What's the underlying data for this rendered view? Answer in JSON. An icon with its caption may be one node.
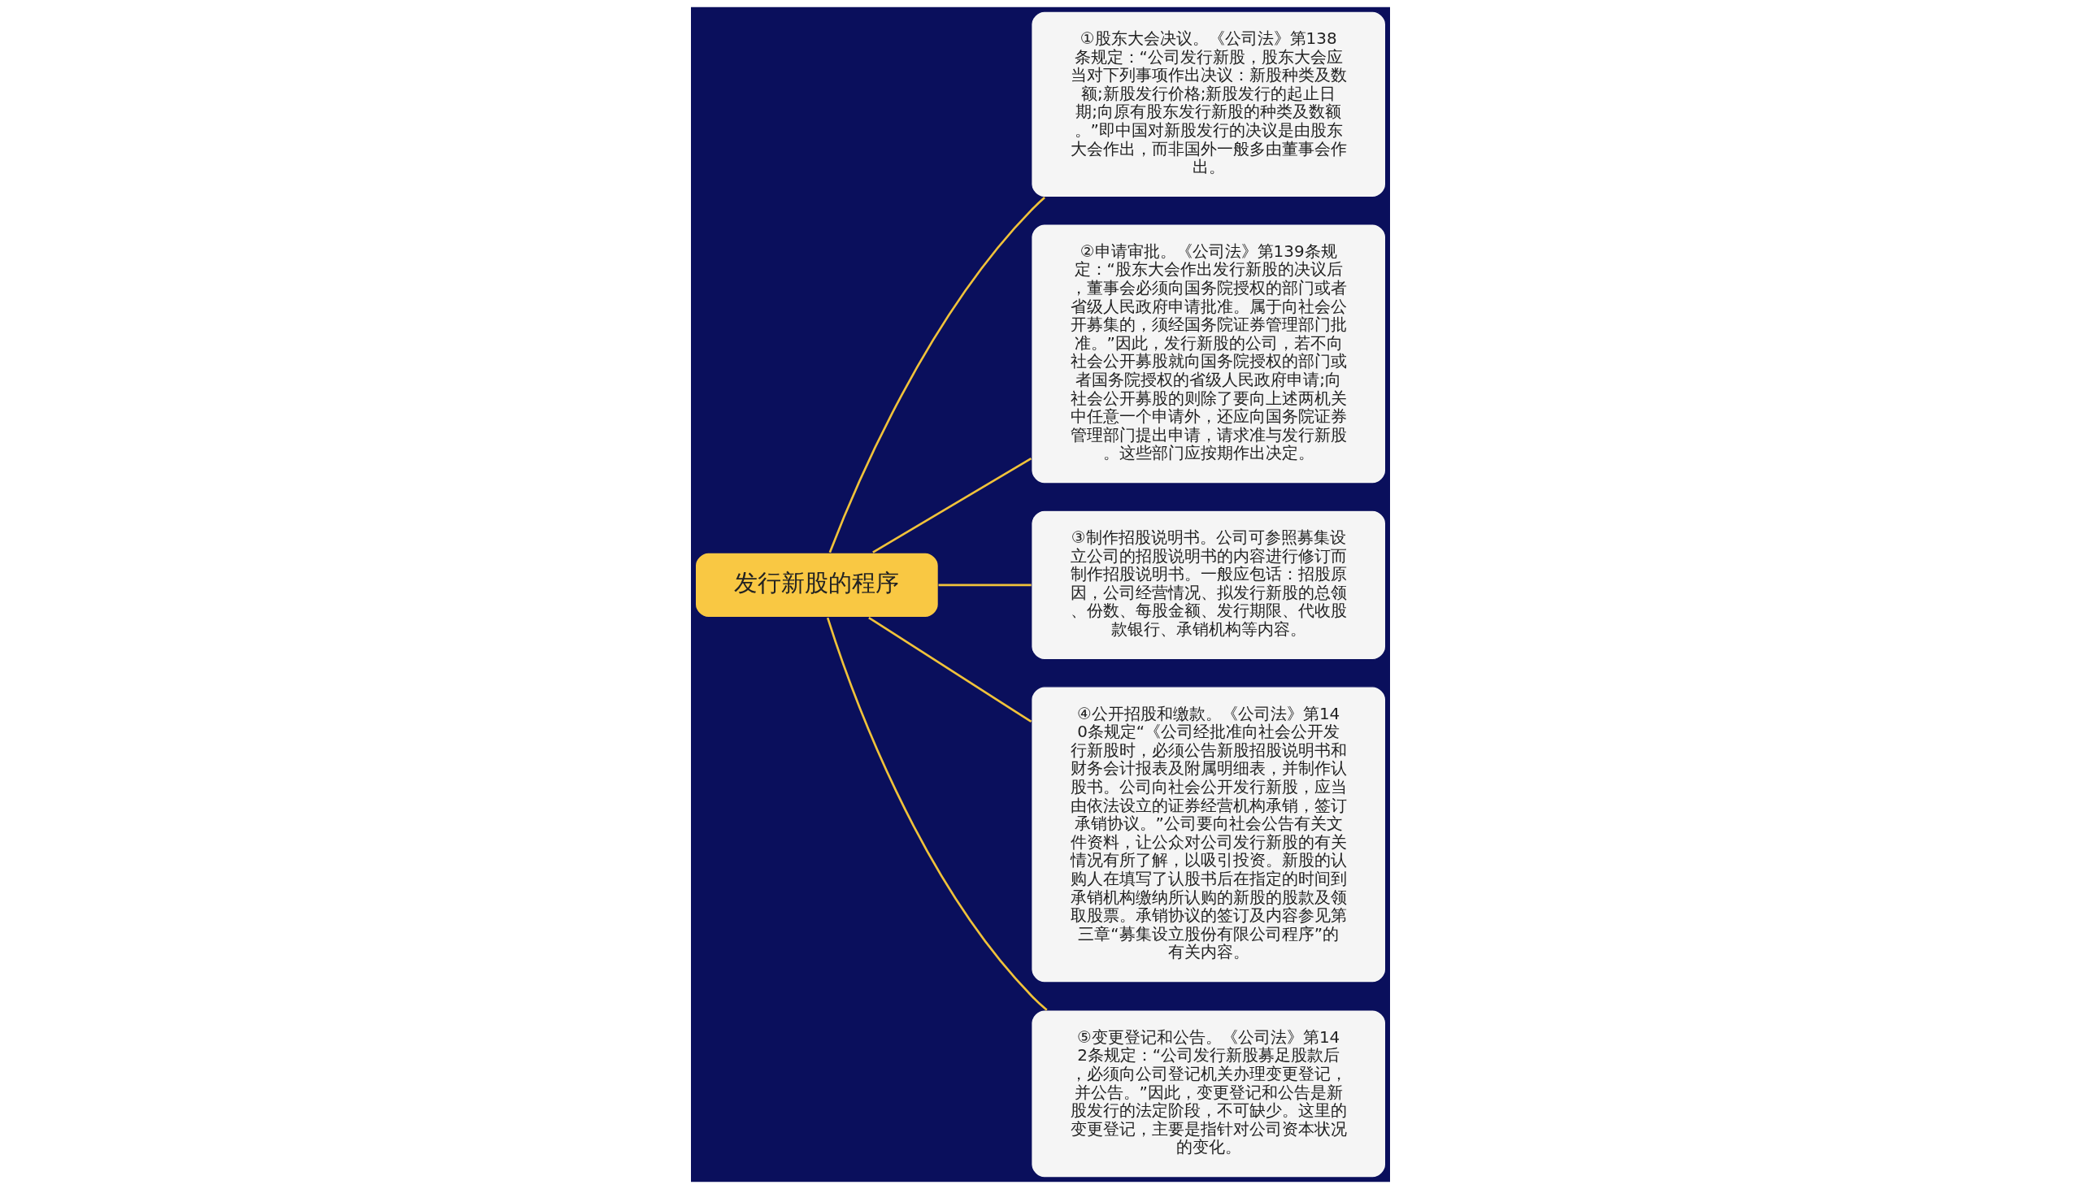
{
  "diagram": {
    "nodes": [
      {
        "text": [
          "发行新股的程序"
        ]
      },
      {
        "text": [
          "①股东大会决议。《公司法》第138条规定：“公司发行新股，股东大会应当对下列事项作出决议：新股种类及数额;新股发行价格;新股发行的起止日期;向原有股东发行新股的种类及数额。”即中国对新股发行的决议是由股东大会作出，而非国外一般多由董事会作出。"
        ]
      },
      {
        "text": [
          "②申请审批。《公司法》第139条规定：“股东大会作出发行新股的决议后，董事会必须向国务院授权的部门或者省级人民政府申请批准。属于向社会公开募集的，须经国务院证券管理部门批准。”因此，发行新股的公司，若不向社会公开募股就向国务院授权的部门或者国务院授权的省级人民政府申请;向社会公开募股的则除了要向上述两机关中任意一个申请外，还应向国务院证券管理部门提出申请，请求准与发行新股。这些部门应按期作出决定。"
        ]
      },
      {
        "text": [
          "③制作招股说明书。公司可参照募集设立公司的招股说明书的内容进行修订而制作招股说明书。一般应包话：招股原因，公司经营情况、拟发行新股的总领、份数、每股金额、发行期限、代收股款银行、承销机构等内容。"
        ]
      },
      {
        "text": [
          "④公开招股和缴款。《公司法》第140条规定“《公司经批准向社会公开发行新股时，必须公告新股招股说明书和财务会计报表及附属明细表，并制作认股书。公司向社会公开发行新股，应当由依法设立的证券经营机构承销，签订承销协议。”公司要向社会公告有关文件资料，让公众对公司发行新股的有关情况有所了解，以吸引投资。新股的认购人在填写了认股书后在指定的时间到承销机构缴纳所认购的新股的股款及领取股票。承销协议的签订及内容参见第三章“募集设立股份有限公司程序”的有关内容。"
        ]
      },
      {
        "text": [
          "⑤变更登记和公告。《公司法》第142条规定：“公司发行新股募足股款后，必须向公司登记机关办理变更登记，并公告。”因此，变更登记和公告是新股发行的法定阶段，不可缺少。这里的变更登记，主要是指针对公司资本状况的变化。"
        ]
      }
    ],
    "edges": [
      {
        "from": 0,
        "to": 1,
        "arrow": "none"
      },
      {
        "from": 0,
        "to": 2,
        "arrow": "none"
      },
      {
        "from": 0,
        "to": 3,
        "arrow": "none"
      },
      {
        "from": 0,
        "to": 4,
        "arrow": "none"
      },
      {
        "from": 0,
        "to": 5,
        "arrow": "none"
      }
    ]
  }
}
